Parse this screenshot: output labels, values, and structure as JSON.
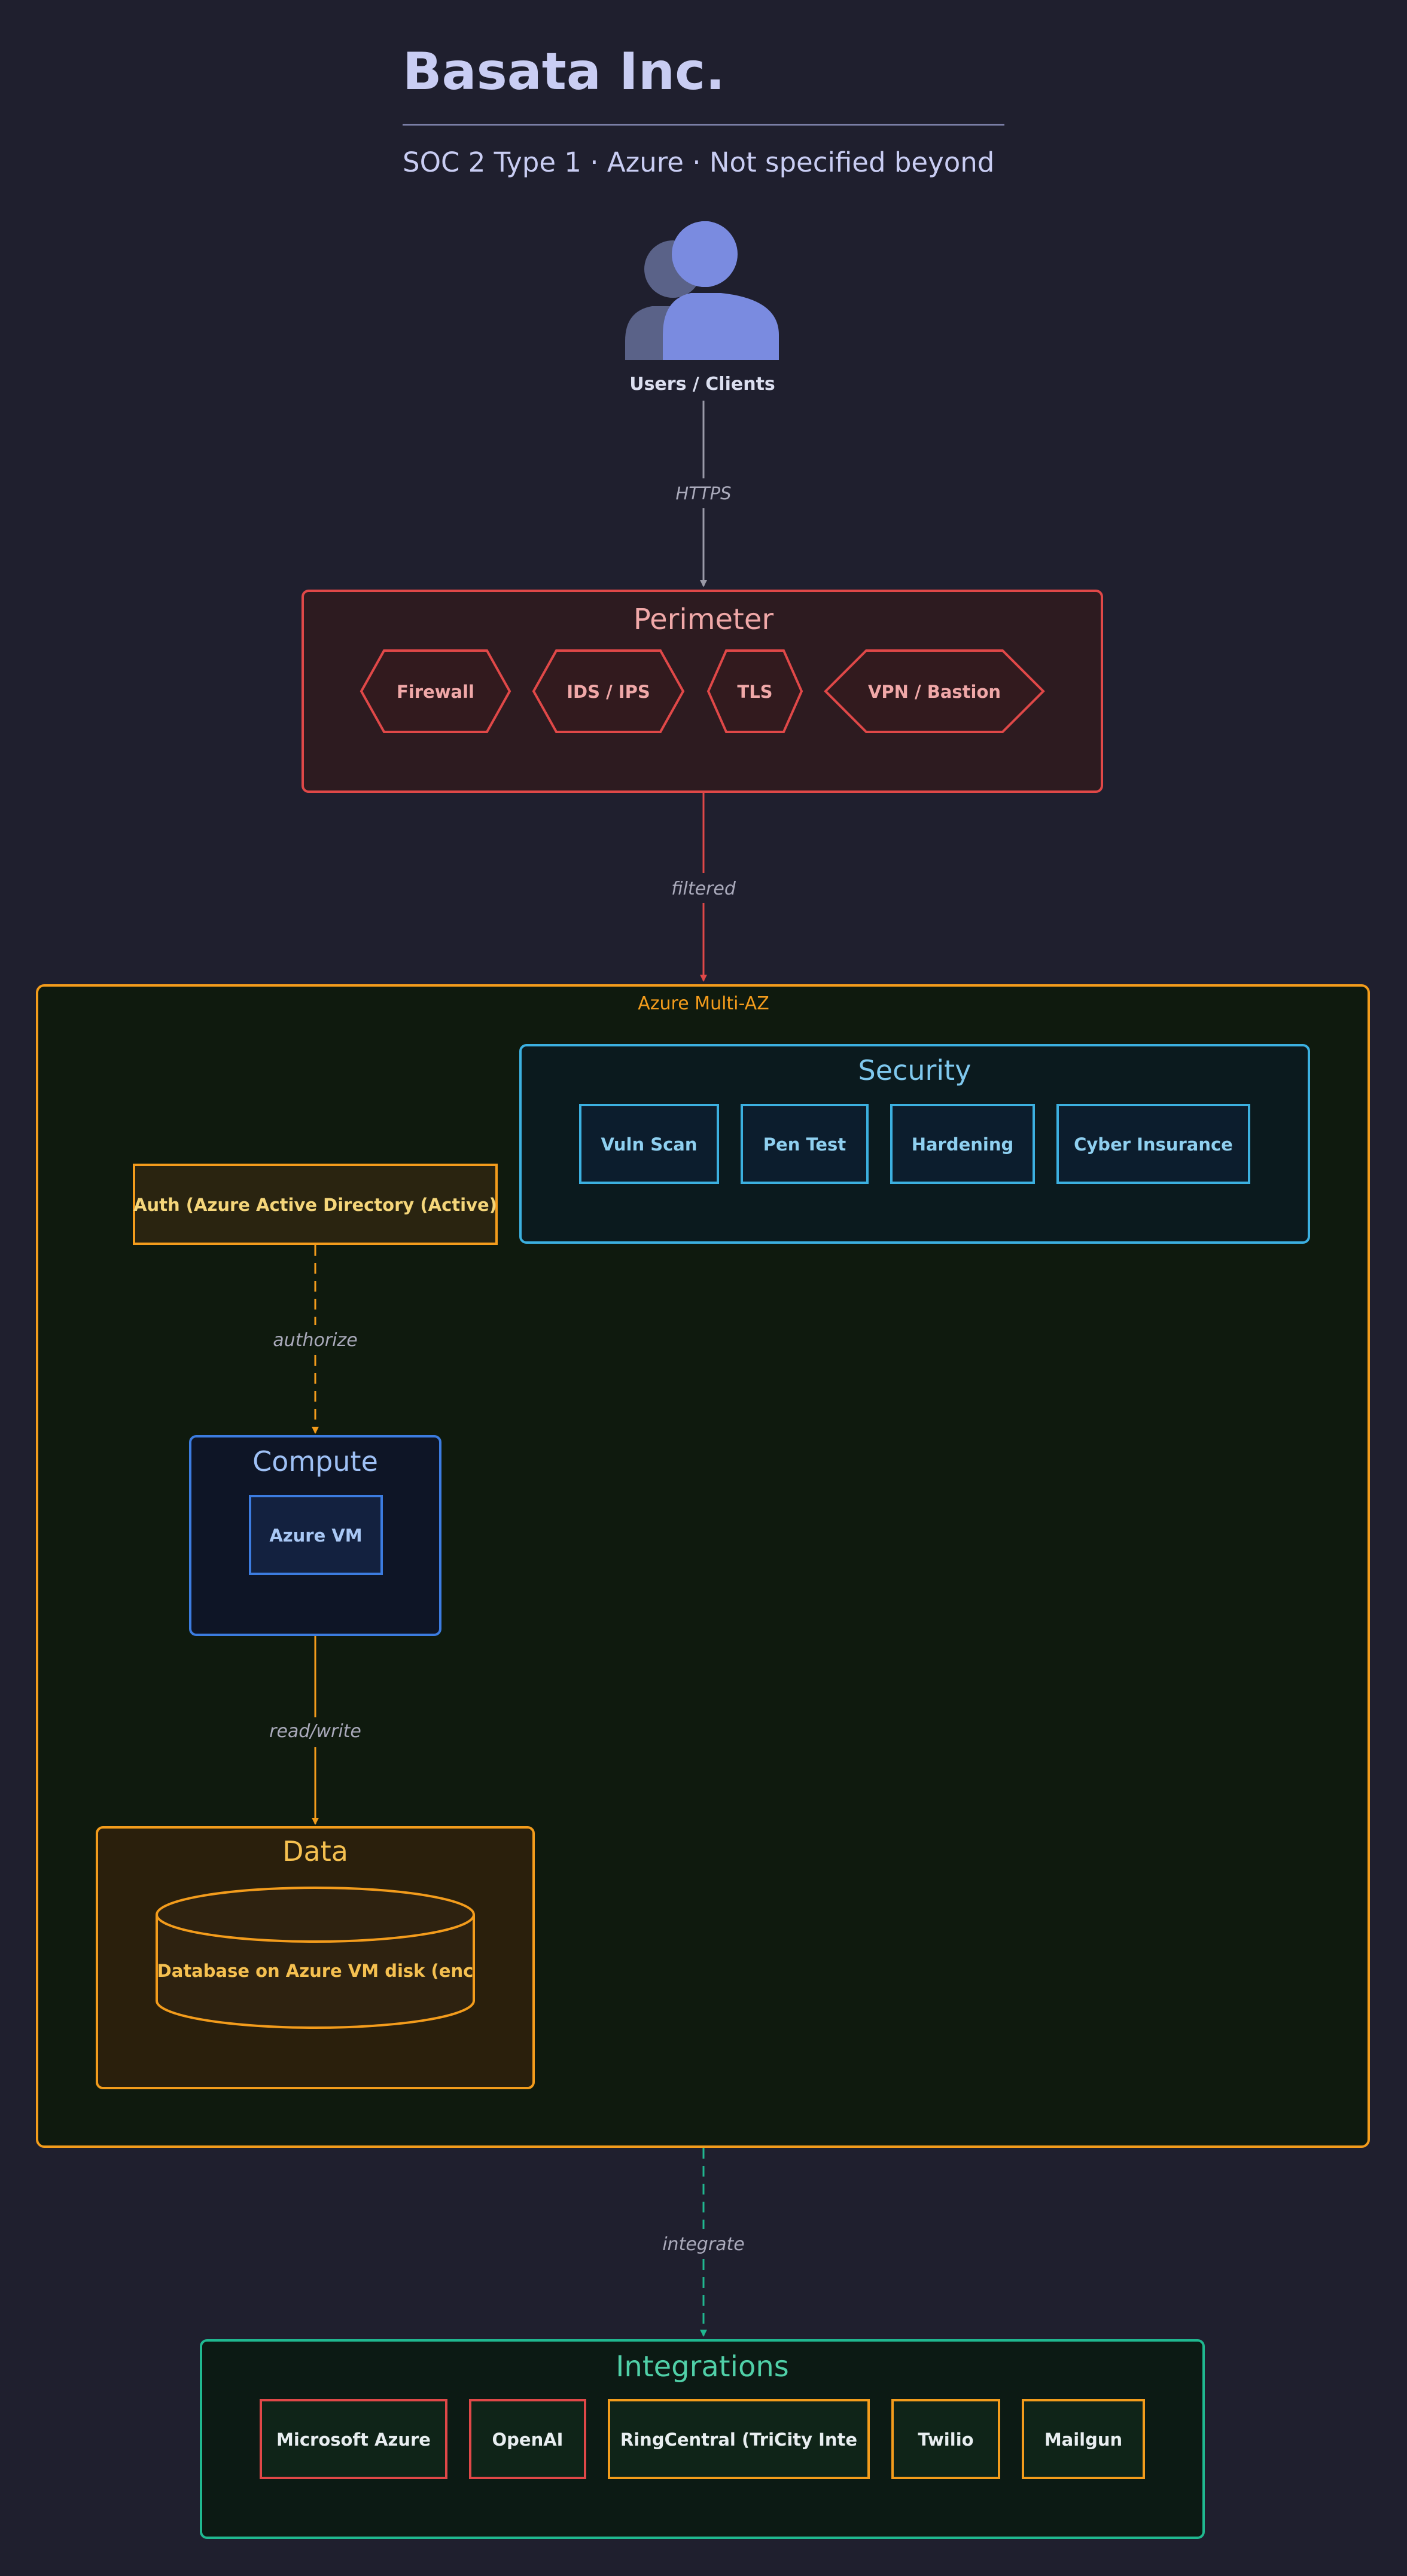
{
  "header": {
    "title": "Basata Inc.",
    "subtitle": "SOC 2 Type 1 · Azure · Not specified beyond"
  },
  "users": {
    "label": "Users / Clients"
  },
  "edges": {
    "https": "HTTPS",
    "filtered": "filtered",
    "authorize": "authorize",
    "read_write": "read/write",
    "integrate": "integrate"
  },
  "perimeter": {
    "title": "Perimeter",
    "items": [
      "Firewall",
      "IDS / IPS",
      "TLS",
      "VPN / Bastion"
    ]
  },
  "region": {
    "label": "Azure Multi-AZ"
  },
  "security": {
    "title": "Security",
    "items": [
      "Vuln Scan",
      "Pen Test",
      "Hardening",
      "Cyber Insurance"
    ]
  },
  "auth": {
    "label": "Auth (Azure Active Directory (Active)"
  },
  "compute": {
    "title": "Compute",
    "item": "Azure VM"
  },
  "data": {
    "title": "Data",
    "item": "Database on Azure VM disk (enc"
  },
  "integrations": {
    "title": "Integrations",
    "items": [
      "Microsoft Azure",
      "OpenAI",
      "RingCentral (TriCity Inte",
      "Twilio",
      "Mailgun"
    ]
  },
  "colors": {
    "background": "#1f1f2e",
    "perimeter": "#e04848",
    "region": "#f39c1c",
    "security": "#3cb0e0",
    "compute": "#3c7ce0",
    "integrations": "#20b890"
  }
}
